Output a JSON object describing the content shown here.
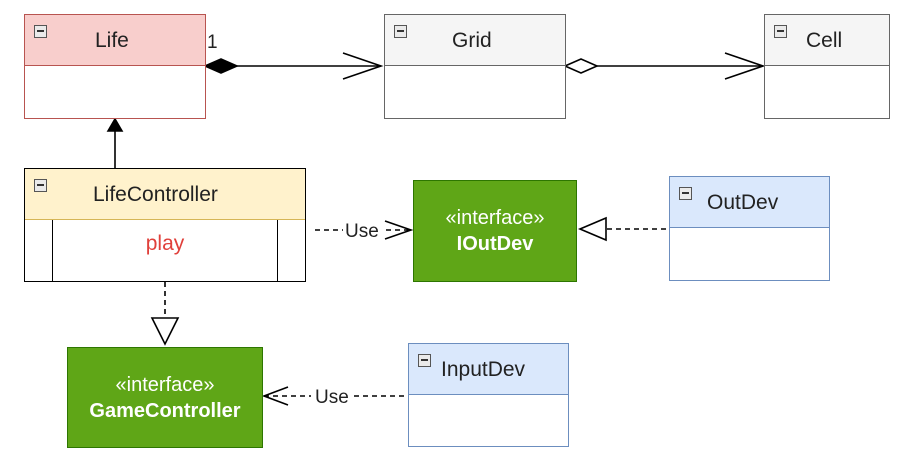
{
  "classes": {
    "life": {
      "name": "Life",
      "fill": "#f8cecc",
      "stroke": "#b85450"
    },
    "grid": {
      "name": "Grid",
      "fill": "#f5f5f5",
      "stroke": "#666666"
    },
    "cell": {
      "name": "Cell",
      "fill": "#f5f5f5",
      "stroke": "#666666"
    },
    "life_controller": {
      "name": "LifeController",
      "method": "play",
      "method_color": "#e0403b",
      "fill": "#fff2cc",
      "stroke": "#d6b656"
    },
    "out_dev": {
      "name": "OutDev",
      "fill": "#dae8fc",
      "stroke": "#6c8ebf"
    },
    "input_dev": {
      "name": "InputDev",
      "fill": "#dae8fc",
      "stroke": "#6c8ebf"
    }
  },
  "interfaces": {
    "iout_dev": {
      "stereotype": "«interface»",
      "name": "IOutDev"
    },
    "game_controller": {
      "stereotype": "«interface»",
      "name": "GameController"
    }
  },
  "edges": {
    "life_grid_multiplicity": "1",
    "use_label_out": "Use",
    "use_label_input": "Use"
  }
}
